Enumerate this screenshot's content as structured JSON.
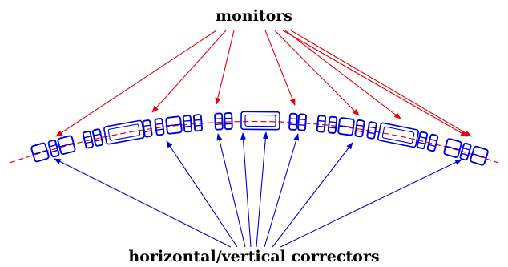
{
  "labels": {
    "top": "monitors",
    "bottom": "horizontal/vertical correctors"
  },
  "colors": {
    "monitor_arrow": "#e8000b",
    "corrector_arrow": "#0000d8",
    "beamline": "#e8000b",
    "element_outline": "#0000d8",
    "label_text": "#000000"
  },
  "monitor_arrow_count": 8,
  "corrector_arrow_count": 8
}
